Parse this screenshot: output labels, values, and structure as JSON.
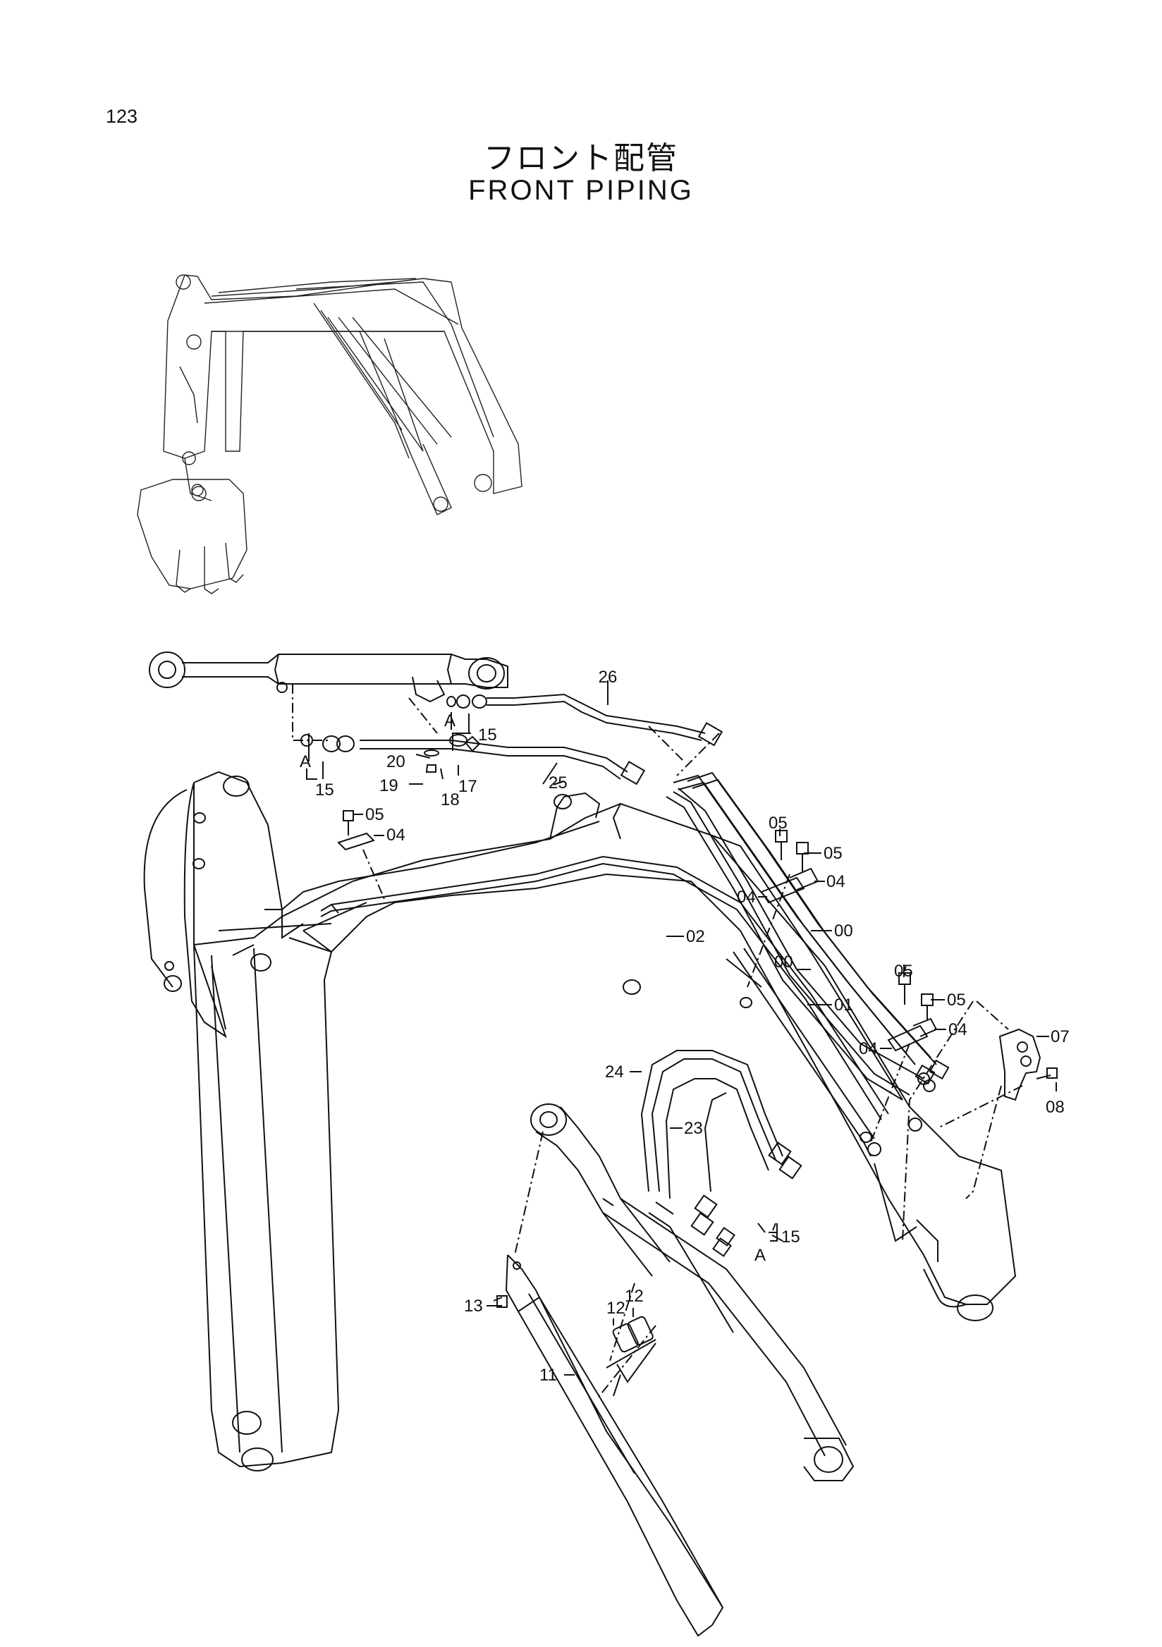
{
  "page": {
    "number": "123",
    "title_jp": "フロント配管",
    "title_en": "FRONT  PIPING"
  },
  "callouts": {
    "c26": "26",
    "c15a": "15",
    "c15b": "15",
    "c15c": "15",
    "cA1": "A",
    "cA2": "A",
    "cA3": "A",
    "c20": "20",
    "c19": "19",
    "c18": "18",
    "c17": "17",
    "c25": "25",
    "c05a": "05",
    "c04a": "04",
    "c05b": "05",
    "c05c": "05",
    "c04b": "04",
    "c04c": "04",
    "c00a": "00",
    "c00b": "00",
    "c02": "02",
    "c01": "01",
    "c05d": "05",
    "c05e": "05",
    "c04d": "04",
    "c04e": "04",
    "c07": "07",
    "c08": "08",
    "c24": "24",
    "c23": "23",
    "c13": "13",
    "c12a": "12",
    "c12b": "12",
    "c11": "11"
  }
}
